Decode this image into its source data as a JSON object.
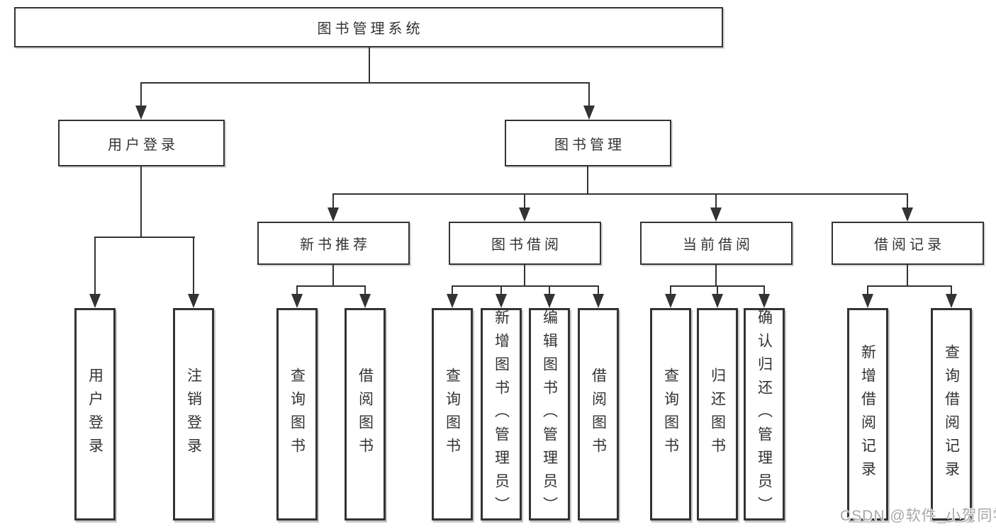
{
  "page": {
    "background": "#ffffff"
  },
  "watermark": {
    "text": "CSDN @软件_小贺同学",
    "color": "#a8a8a8"
  },
  "diagram": {
    "type": "tree",
    "root": {
      "label": "图书管理系统"
    },
    "level2": [
      {
        "id": "user-login",
        "label": "用户登录"
      },
      {
        "id": "book-management",
        "label": "图书管理"
      }
    ],
    "level3": [
      {
        "id": "new-book-recommend",
        "label": "新书推荐"
      },
      {
        "id": "book-borrow",
        "label": "图书借阅"
      },
      {
        "id": "current-borrow",
        "label": "当前借阅"
      },
      {
        "id": "borrow-records",
        "label": "借阅记录"
      }
    ],
    "leaves": {
      "user_login": [
        {
          "label": "用户登录"
        },
        {
          "label": "注销登录"
        }
      ],
      "new_book_recommend": [
        {
          "label": "查询图书"
        },
        {
          "label": "借阅图书"
        }
      ],
      "book_borrow": [
        {
          "label": "查询图书"
        },
        {
          "label": "新增图书（管理员）"
        },
        {
          "label": "编辑图书（管理员）"
        },
        {
          "label": "借阅图书"
        }
      ],
      "current_borrow": [
        {
          "label": "查询图书"
        },
        {
          "label": "归还图书"
        },
        {
          "label": "确认归还（管理员）"
        }
      ],
      "borrow_records": [
        {
          "label": "新增借阅记录"
        },
        {
          "label": "查询借阅记录"
        }
      ]
    },
    "colors": {
      "line": "#333333",
      "border": "#333333",
      "text": "#333333"
    }
  }
}
